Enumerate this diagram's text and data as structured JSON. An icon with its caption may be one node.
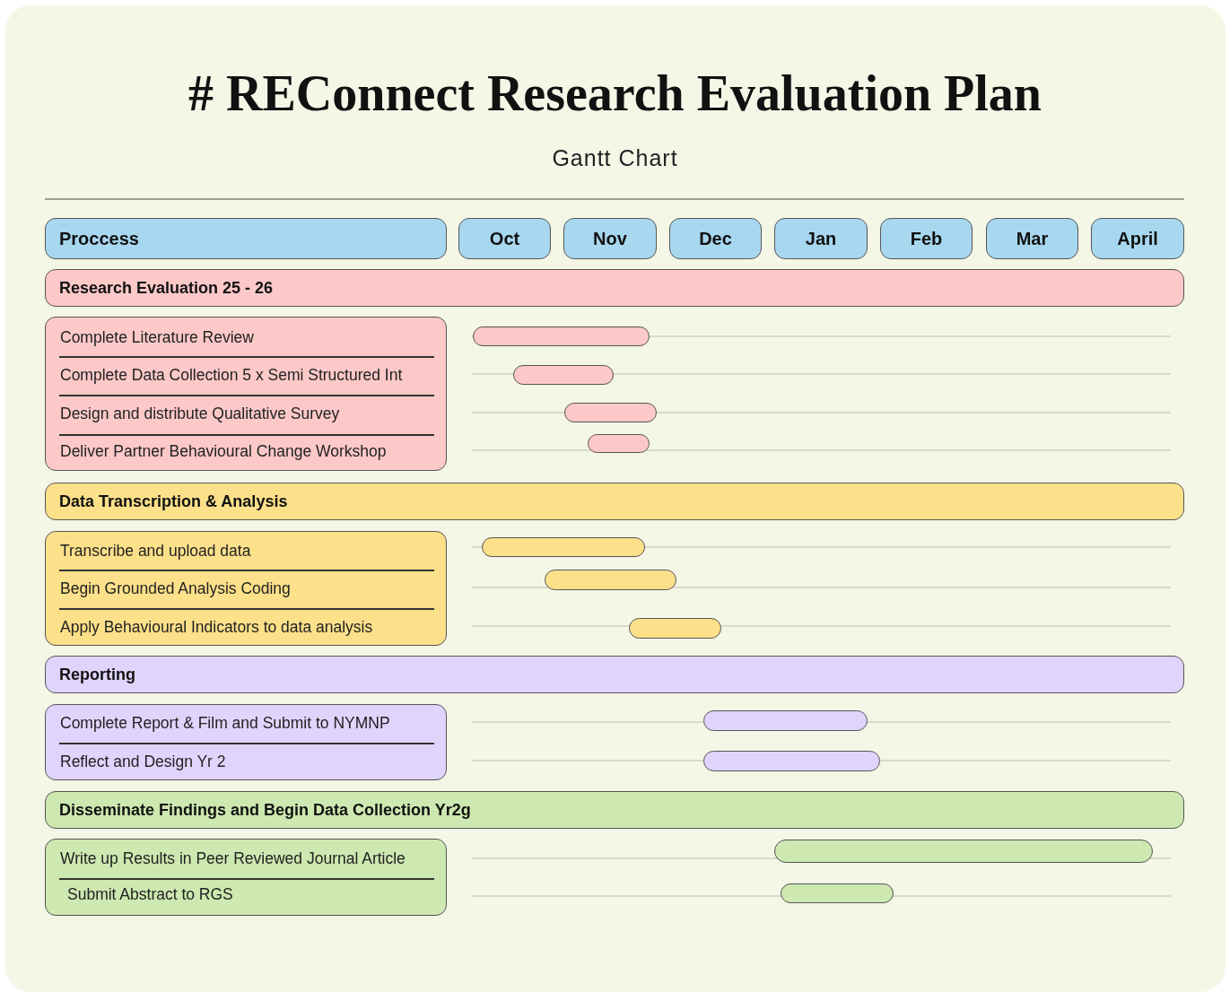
{
  "diagram": {
    "title": "# REConnect Research Evaluation Plan",
    "nodes": [
      {
        "text": [
          "Proccess"
        ]
      },
      {
        "text": [
          "Oct"
        ]
      },
      {
        "text": [
          "Nov"
        ]
      },
      {
        "text": [
          "Dec"
        ]
      },
      {
        "text": [
          "Jan"
        ]
      },
      {
        "text": [
          "Feb"
        ]
      },
      {
        "text": [
          "Mar"
        ]
      },
      {
        "text": [
          "April"
        ]
      },
      {
        "text": [
          "Research Evaluation 25 - 26"
        ]
      },
      {
        "text": [],
        "shape": "box"
      },
      {
        "text": [
          "Complete Literature Review"
        ],
        "in": 9
      },
      {
        "text": [
          "Complete Data Collection 5 x Semi Structured Int"
        ],
        "in": 9
      },
      {
        "text": [
          "Design and distribute Qualitative Survey"
        ],
        "in": 9
      },
      {
        "text": [
          "Deliver Partner Behavioural Change Workshop"
        ],
        "in": 9
      },
      {
        "text": [],
        "shape": "bar"
      },
      {
        "text": [],
        "shape": "bar"
      },
      {
        "text": [],
        "shape": "bar"
      },
      {
        "text": [],
        "shape": "bar"
      },
      {
        "text": [
          "Data Transcription & Analysis"
        ]
      },
      {
        "text": [],
        "shape": "box"
      },
      {
        "text": [
          "Transcribe and upload data"
        ],
        "in": 19
      },
      {
        "text": [
          "Begin Grounded Analysis Coding"
        ],
        "in": 19
      },
      {
        "text": [
          "Apply Behavioural Indicators to data analysis"
        ],
        "in": 19
      },
      {
        "text": [],
        "shape": "bar"
      },
      {
        "text": [],
        "shape": "bar"
      },
      {
        "text": [],
        "shape": "bar"
      },
      {
        "text": [
          "Reporting"
        ]
      },
      {
        "text": [],
        "shape": "box"
      },
      {
        "text": [
          "Complete Report & Film  and Submit to NYMNP"
        ],
        "in": 27
      },
      {
        "text": [
          "Reflect and Design Yr 2"
        ],
        "in": 27
      },
      {
        "text": [],
        "shape": "bar"
      },
      {
        "text": [],
        "shape": "bar"
      },
      {
        "text": [
          "Disseminate Findings and Begin Data Collection Yr2g"
        ]
      },
      {
        "text": [],
        "shape": "box"
      },
      {
        "text": [
          "Write up Results in Peer Reviewed Journal Article"
        ],
        "in": 33
      },
      {
        "text": [
          "Submit Abstract to  RGS"
        ],
        "in": 33
      },
      {
        "text": [],
        "shape": "bar"
      },
      {
        "text": [],
        "shape": "bar"
      }
    ],
    "edges": [],
    "labels": [
      "Gantt Chart"
    ]
  }
}
